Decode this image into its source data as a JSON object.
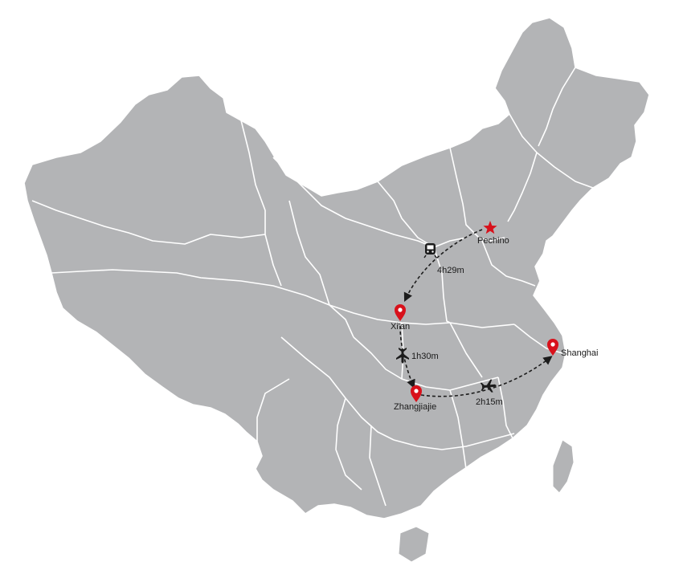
{
  "cities": {
    "beijing": "Pechino",
    "xian": "Xi'an",
    "zhangjiajie": "Zhangjiajie",
    "shanghai": "Shanghai"
  },
  "legs": {
    "beijing_xian": {
      "mode": "train-icon",
      "duration": "4h29m"
    },
    "xian_zhangjiajie": {
      "mode": "plane-icon",
      "duration": "1h30m"
    },
    "zhangjiajie_shanghai": {
      "mode": "plane-icon",
      "duration": "2h15m"
    }
  },
  "colors": {
    "land": "#b3b4b6",
    "borders": "#ffffff",
    "marker": "#d8111b",
    "route": "#1c1c1c"
  }
}
